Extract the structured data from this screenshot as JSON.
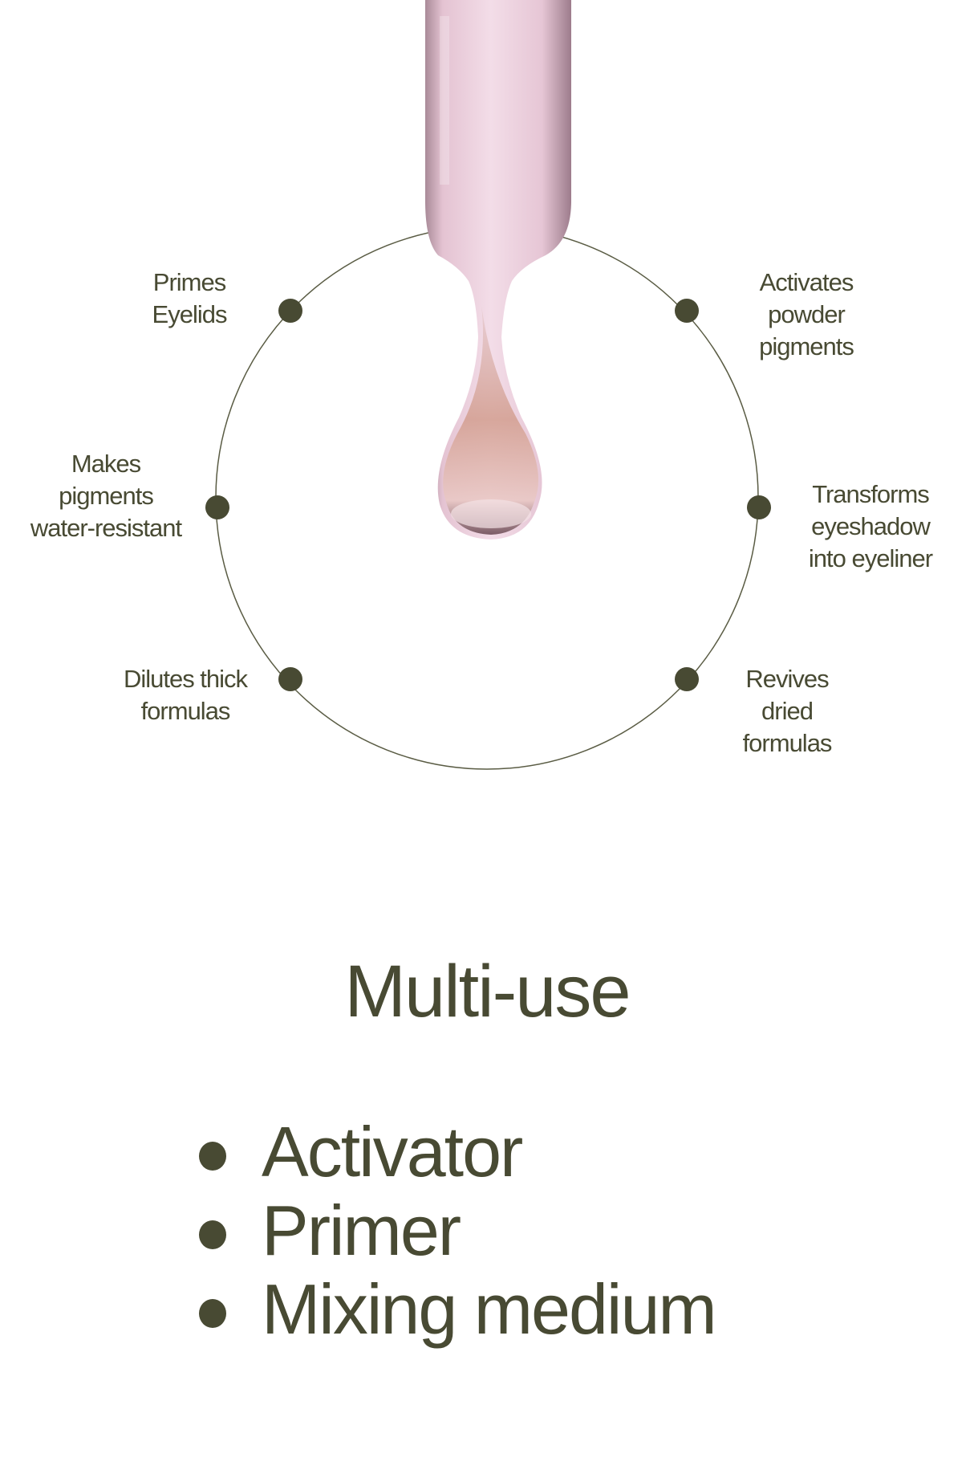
{
  "colors": {
    "text": "#484a33",
    "ring": "#5a5c44",
    "dot": "#484a33",
    "background": "#ffffff",
    "dropper_glass": "#e9c3cf",
    "drop_liquid": "#d6a394"
  },
  "diagram": {
    "center_image": "pipette-dropper-with-drop",
    "benefits": [
      {
        "id": "top-left",
        "lines": [
          "Primes",
          "Eyelids"
        ]
      },
      {
        "id": "top-right",
        "lines": [
          "Activates",
          "powder",
          "pigments"
        ]
      },
      {
        "id": "mid-left",
        "lines": [
          "Makes",
          "pigments",
          "water-resistant"
        ]
      },
      {
        "id": "mid-right",
        "lines": [
          "Transforms",
          "eyeshadow",
          "into eyeliner"
        ]
      },
      {
        "id": "bottom-left",
        "lines": [
          "Dilutes thick",
          "formulas"
        ]
      },
      {
        "id": "bottom-right",
        "lines": [
          "Revives",
          "dried",
          "formulas"
        ]
      }
    ]
  },
  "heading": "Multi-use",
  "uses": [
    "Activator",
    "Primer",
    "Mixing medium"
  ]
}
